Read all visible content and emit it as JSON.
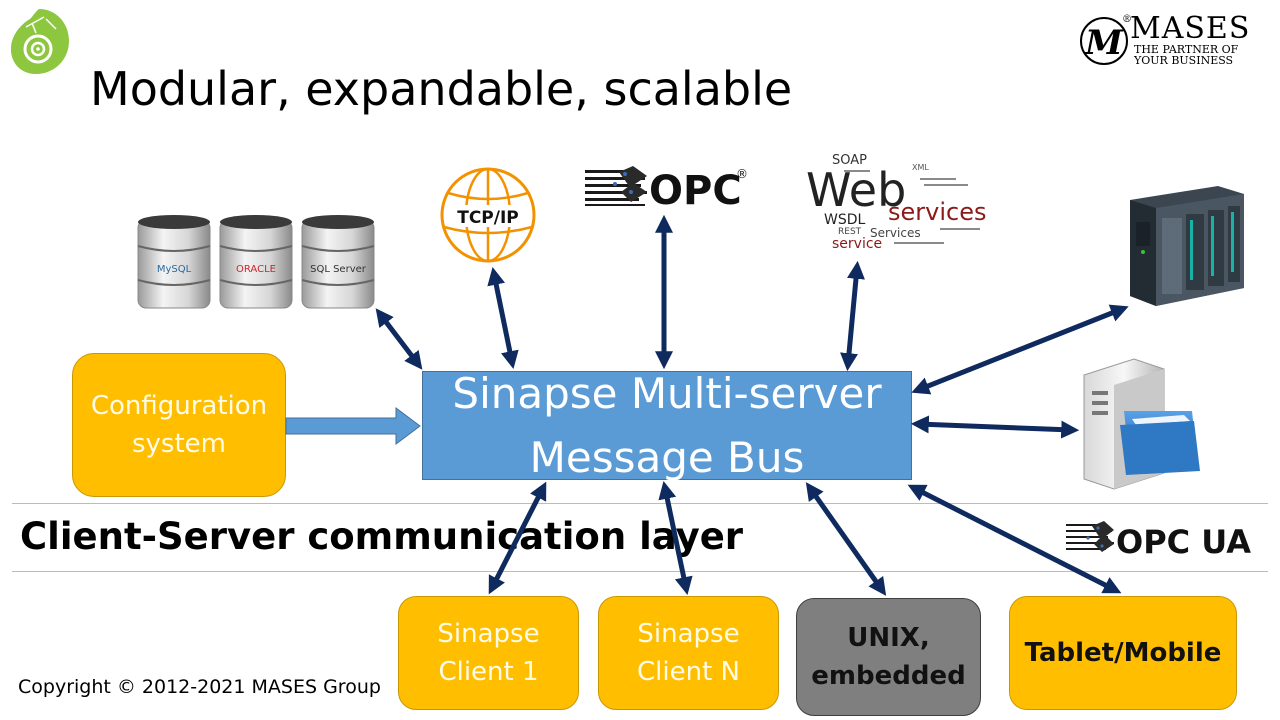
{
  "title": "Modular, expandable, scalable",
  "bus": {
    "line1": "Sinapse Multi-server",
    "line2": "Message Bus"
  },
  "config": {
    "line1": "Configuration",
    "line2": "system"
  },
  "layer_label": "Client-Server communication layer",
  "clients": [
    {
      "line1": "Sinapse",
      "line2": "Client 1"
    },
    {
      "line1": "Sinapse",
      "line2": "Client N"
    },
    {
      "line1": "UNIX,",
      "line2": "embedded"
    },
    {
      "line1": "Tablet/Mobile",
      "line2": ""
    }
  ],
  "copyright": "Copyright © 2012-2021  MASES Group",
  "mases": {
    "name": "MASES",
    "tagline1": "THE PARTNER OF",
    "tagline2": "YOUR BUSINESS",
    "mark": "M",
    "reg": "®"
  },
  "databases": [
    "MySQL",
    "ORACLE",
    "SQL Server"
  ],
  "tcpip": "TCP/IP",
  "opc": {
    "label": "OPC",
    "reg": "®"
  },
  "opcua": "OPC UA",
  "webservices": {
    "soap": "SOAP",
    "web": "Web",
    "services": "services",
    "wsdl": "WSDL",
    "rest": "REST",
    "services2": "Services",
    "service": "service",
    "xml": "XML"
  },
  "colors": {
    "bus": "#5b9bd5",
    "client": "#ffbf00",
    "unix": "#7f7f7f",
    "arrow": "#0f2a5e",
    "line": "#9dc3e6"
  },
  "icons": [
    "chameleon-logo-icon",
    "database-icon",
    "globe-icon",
    "opc-logo-icon",
    "web-services-wordcloud-icon",
    "plc-device-icon",
    "server-folder-icon",
    "opc-ua-logo-icon"
  ]
}
